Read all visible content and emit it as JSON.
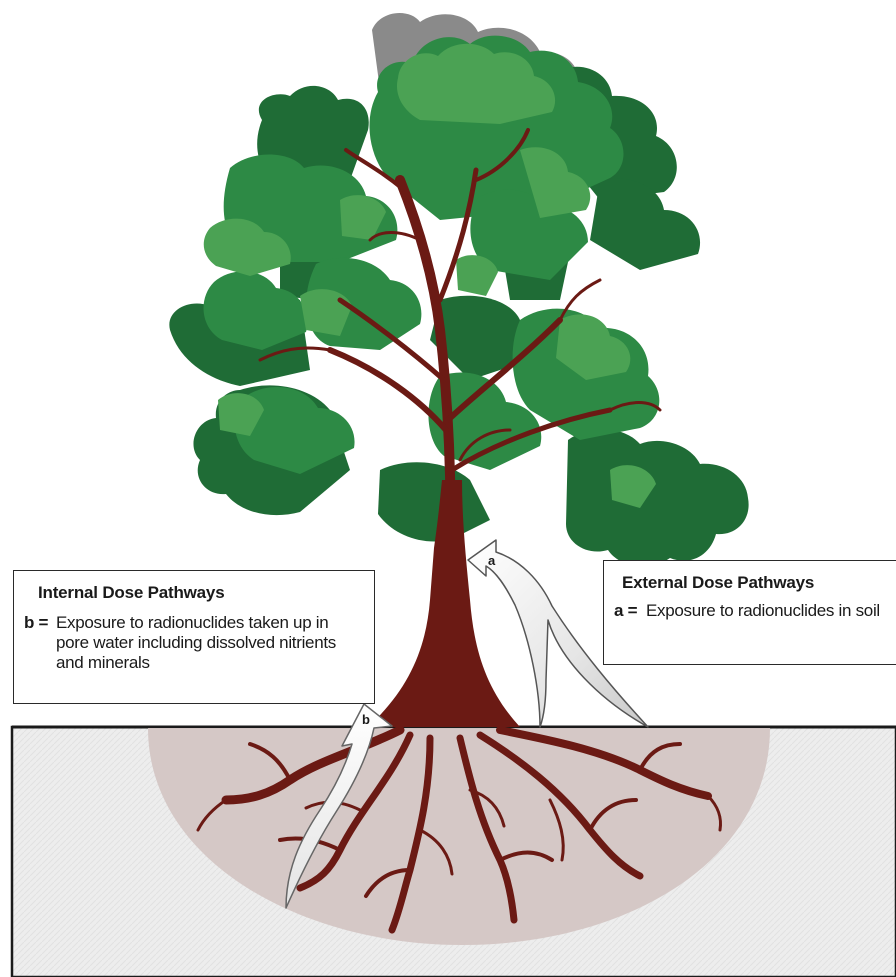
{
  "internal": {
    "title": "Internal Dose Pathways",
    "key": "b =",
    "description": "Exposure to radionuclides taken up in pore water including dissolved nitrients and minerals"
  },
  "external": {
    "title": "External Dose Pathways",
    "key": "a =",
    "description": "Exposure to radionuclides in soil"
  },
  "arrows": {
    "a_label": "a",
    "b_label": "b"
  },
  "colors": {
    "canopy_dark": "#1d6e37",
    "canopy_mid": "#2e8b45",
    "canopy_light": "#4aa253",
    "trunk": "#6b1a14",
    "soil": "#ececec",
    "root_zone": "#d3c5c3"
  }
}
